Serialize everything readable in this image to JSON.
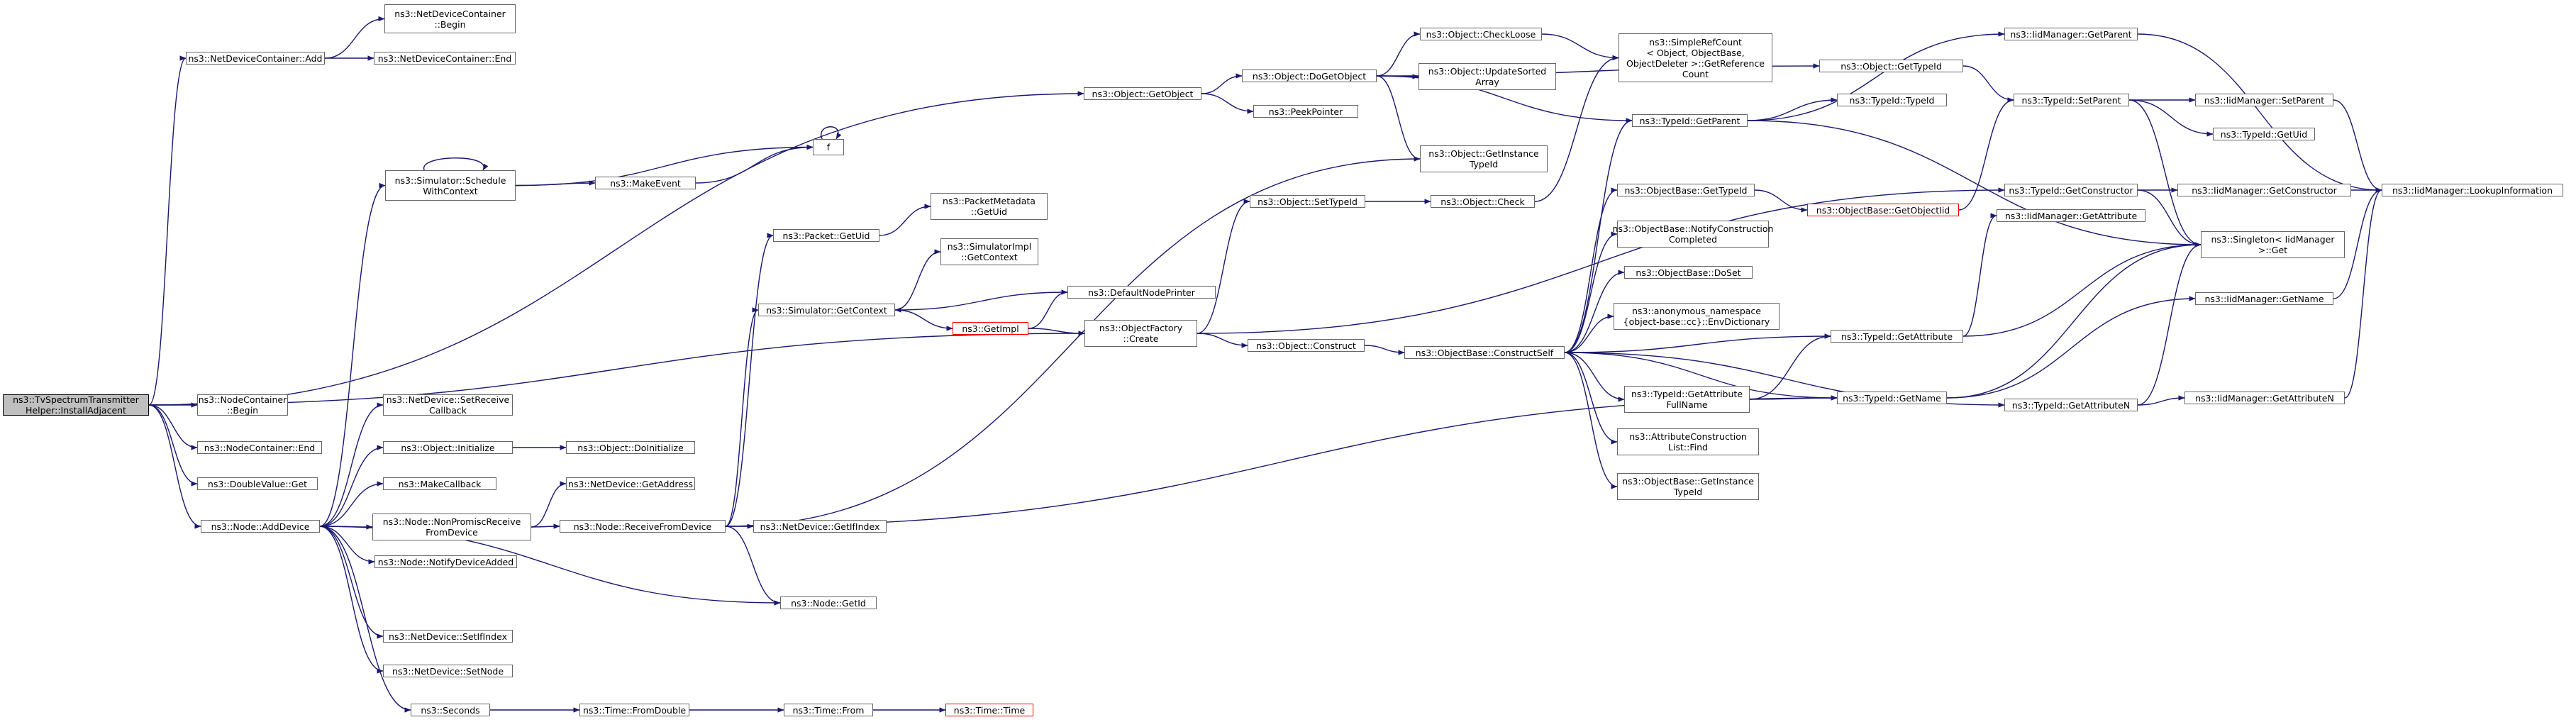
{
  "diagram": {
    "colors": {
      "edge": "#191970",
      "node_border": "#666666",
      "root_fill": "#bfbfbf",
      "incomplete_border": "#ff0000"
    },
    "nodes": [
      {
        "id": "root",
        "label": "ns3::TvSpectrumTransmitter\nHelper::InstallAdjacent",
        "style": "gray"
      },
      {
        "id": "ndcAdd",
        "label": "ns3::NetDeviceContainer::Add"
      },
      {
        "id": "ndcBegin",
        "label": "ns3::NetDeviceContainer\n::Begin"
      },
      {
        "id": "ndcEnd",
        "label": "ns3::NetDeviceContainer::End"
      },
      {
        "id": "ncBegin",
        "label": "ns3::NodeContainer\n::Begin"
      },
      {
        "id": "ncEnd",
        "label": "ns3::NodeContainer::End"
      },
      {
        "id": "dvGet",
        "label": "ns3::DoubleValue::Get"
      },
      {
        "id": "nodeAdd",
        "label": "ns3::Node::AddDevice"
      },
      {
        "id": "simSched",
        "label": "ns3::Simulator::Schedule\nWithContext"
      },
      {
        "id": "fnode",
        "label": "f"
      },
      {
        "id": "makeEvent",
        "label": "ns3::MakeEvent"
      },
      {
        "id": "ndSetRecv",
        "label": "ns3::NetDevice::SetReceive\nCallback"
      },
      {
        "id": "objInit",
        "label": "ns3::Object::Initialize"
      },
      {
        "id": "objDoInit",
        "label": "ns3::Object::DoInitialize"
      },
      {
        "id": "makeCb",
        "label": "ns3::MakeCallback"
      },
      {
        "id": "nodeNonProm",
        "label": "ns3::Node::NonPromiscReceive\nFromDevice"
      },
      {
        "id": "ndGetAddr",
        "label": "ns3::NetDevice::GetAddress"
      },
      {
        "id": "nodeRecv",
        "label": "ns3::Node::ReceiveFromDevice"
      },
      {
        "id": "ndGetIf",
        "label": "ns3::NetDevice::GetIfIndex"
      },
      {
        "id": "nodeNotify",
        "label": "ns3::Node::NotifyDeviceAdded"
      },
      {
        "id": "nodeGetId",
        "label": "ns3::Node::GetId"
      },
      {
        "id": "ndSetIf",
        "label": "ns3::NetDevice::SetIfIndex"
      },
      {
        "id": "ndSetNode",
        "label": "ns3::NetDevice::SetNode"
      },
      {
        "id": "seconds",
        "label": "ns3::Seconds"
      },
      {
        "id": "timeFromDouble",
        "label": "ns3::Time::FromDouble"
      },
      {
        "id": "timeFrom",
        "label": "ns3::Time::From"
      },
      {
        "id": "timeTime",
        "label": "ns3::Time::Time",
        "style": "red"
      },
      {
        "id": "objGetObj",
        "label": "ns3::Object::GetObject"
      },
      {
        "id": "objDoGet",
        "label": "ns3::Object::DoGetObject"
      },
      {
        "id": "peekPtr",
        "label": "ns3::PeekPointer"
      },
      {
        "id": "objCheckLoose",
        "label": "ns3::Object::CheckLoose"
      },
      {
        "id": "objUpdSorted",
        "label": "ns3::Object::UpdateSorted\nArray"
      },
      {
        "id": "simpleRef",
        "label": "ns3::SimpleRefCount\n< Object, ObjectBase,\nObjectDeleter >::GetReference\nCount"
      },
      {
        "id": "objGetInst",
        "label": "ns3::Object::GetInstance\nTypeId"
      },
      {
        "id": "pktGetUid",
        "label": "ns3::Packet::GetUid"
      },
      {
        "id": "pktMeta",
        "label": "ns3::PacketMetadata\n::GetUid"
      },
      {
        "id": "simImplCtx",
        "label": "ns3::SimulatorImpl\n::GetContext"
      },
      {
        "id": "simGetCtx",
        "label": "ns3::Simulator::GetContext"
      },
      {
        "id": "defPrinter",
        "label": "ns3::DefaultNodePrinter"
      },
      {
        "id": "getImpl",
        "label": "ns3::GetImpl",
        "style": "red"
      },
      {
        "id": "objFactCreate",
        "label": "ns3::ObjectFactory\n::Create"
      },
      {
        "id": "objSetTid",
        "label": "ns3::Object::SetTypeId"
      },
      {
        "id": "objCheck",
        "label": "ns3::Object::Check"
      },
      {
        "id": "objConstruct",
        "label": "ns3::Object::Construct"
      },
      {
        "id": "obConstructSelf",
        "label": "ns3::ObjectBase::ConstructSelf"
      },
      {
        "id": "obGetTid",
        "label": "ns3::ObjectBase::GetTypeId"
      },
      {
        "id": "obGetOTid",
        "label": "ns3::ObjectBase::GetObjectIid",
        "style": "red"
      },
      {
        "id": "obNotify",
        "label": "ns3::ObjectBase::NotifyConstruction\nCompleted"
      },
      {
        "id": "obDoSet",
        "label": "ns3::ObjectBase::DoSet"
      },
      {
        "id": "anonEnv",
        "label": "ns3::anonymous_namespace\n{object-base::cc}::EnvDictionary"
      },
      {
        "id": "tidGetAttrFull",
        "label": "ns3::TypeId::GetAttribute\nFullName"
      },
      {
        "id": "acListFind",
        "label": "ns3::AttributeConstruction\nList::Find"
      },
      {
        "id": "obGetInst",
        "label": "ns3::ObjectBase::GetInstance\nTypeId"
      },
      {
        "id": "tidGetParent",
        "label": "ns3::TypeId::GetParent"
      },
      {
        "id": "tidTypeId",
        "label": "ns3::TypeId::TypeId"
      },
      {
        "id": "objGetTid",
        "label": "ns3::Object::GetTypeId"
      },
      {
        "id": "iidGetParent",
        "label": "ns3::IidManager::GetParent"
      },
      {
        "id": "tidSetParent",
        "label": "ns3::TypeId::SetParent"
      },
      {
        "id": "iidSetParent",
        "label": "ns3::IidManager::SetParent"
      },
      {
        "id": "tidGetUid",
        "label": "ns3::TypeId::GetUid"
      },
      {
        "id": "tidGetCtor",
        "label": "ns3::TypeId::GetConstructor"
      },
      {
        "id": "iidGetCtor",
        "label": "ns3::IidManager::GetConstructor"
      },
      {
        "id": "iidLookup",
        "label": "ns3::IidManager::LookupInformation"
      },
      {
        "id": "singleton",
        "label": "ns3::Singleton< IidManager\n>::Get"
      },
      {
        "id": "iidGetAttr",
        "label": "ns3::IidManager::GetAttribute"
      },
      {
        "id": "tidGetAttr",
        "label": "ns3::TypeId::GetAttribute"
      },
      {
        "id": "iidGetName",
        "label": "ns3::IidManager::GetName"
      },
      {
        "id": "tidGetName",
        "label": "ns3::TypeId::GetName"
      },
      {
        "id": "tidGetAttrN",
        "label": "ns3::TypeId::GetAttributeN"
      },
      {
        "id": "iidGetAttrN",
        "label": "ns3::IidManager::GetAttributeN"
      }
    ],
    "edges": [
      [
        "root",
        "ndcAdd"
      ],
      [
        "root",
        "ncBegin"
      ],
      [
        "root",
        "ncEnd"
      ],
      [
        "root",
        "dvGet"
      ],
      [
        "root",
        "nodeAdd"
      ],
      [
        "root",
        "objGetObj"
      ],
      [
        "root",
        "objFactCreate"
      ],
      [
        "ndcAdd",
        "ndcBegin"
      ],
      [
        "ndcAdd",
        "ndcEnd"
      ],
      [
        "nodeAdd",
        "simSched"
      ],
      [
        "nodeAdd",
        "ndSetRecv"
      ],
      [
        "nodeAdd",
        "objInit"
      ],
      [
        "nodeAdd",
        "makeCb"
      ],
      [
        "nodeAdd",
        "nodeNonProm"
      ],
      [
        "nodeAdd",
        "nodeNotify"
      ],
      [
        "nodeAdd",
        "nodeGetId"
      ],
      [
        "nodeAdd",
        "ndSetIf"
      ],
      [
        "nodeAdd",
        "ndSetNode"
      ],
      [
        "nodeAdd",
        "seconds"
      ],
      [
        "simSched",
        "simSched"
      ],
      [
        "simSched",
        "fnode"
      ],
      [
        "simSched",
        "makeEvent"
      ],
      [
        "makeEvent",
        "fnode"
      ],
      [
        "fnode",
        "fnode"
      ],
      [
        "objInit",
        "objDoInit"
      ],
      [
        "nodeNonProm",
        "ndGetAddr"
      ],
      [
        "nodeNonProm",
        "nodeRecv"
      ],
      [
        "nodeRecv",
        "ndGetIf"
      ],
      [
        "nodeRecv",
        "nodeGetId"
      ],
      [
        "nodeRecv",
        "pktGetUid"
      ],
      [
        "nodeRecv",
        "simGetCtx"
      ],
      [
        "nodeRecv",
        "objGetInst"
      ],
      [
        "nodeRecv",
        "tidGetName"
      ],
      [
        "seconds",
        "timeFromDouble"
      ],
      [
        "timeFromDouble",
        "timeFrom"
      ],
      [
        "timeFrom",
        "timeTime"
      ],
      [
        "pktGetUid",
        "pktMeta"
      ],
      [
        "simGetCtx",
        "simImplCtx"
      ],
      [
        "simGetCtx",
        "getImpl"
      ],
      [
        "defPrinter",
        "simGetCtx"
      ],
      [
        "getImpl",
        "defPrinter"
      ],
      [
        "getImpl",
        "objFactCreate"
      ],
      [
        "objGetObj",
        "objDoGet"
      ],
      [
        "objGetObj",
        "peekPtr"
      ],
      [
        "objDoGet",
        "objCheckLoose"
      ],
      [
        "objDoGet",
        "objUpdSorted"
      ],
      [
        "objDoGet",
        "objGetInst"
      ],
      [
        "objDoGet",
        "objGetTid"
      ],
      [
        "objDoGet",
        "tidGetParent"
      ],
      [
        "objCheckLoose",
        "simpleRef"
      ],
      [
        "objFactCreate",
        "objSetTid"
      ],
      [
        "objFactCreate",
        "objConstruct"
      ],
      [
        "objFactCreate",
        "tidGetCtor"
      ],
      [
        "objSetTid",
        "objCheck"
      ],
      [
        "objCheck",
        "simpleRef"
      ],
      [
        "objConstruct",
        "obConstructSelf"
      ],
      [
        "obConstructSelf",
        "obGetTid"
      ],
      [
        "obConstructSelf",
        "obNotify"
      ],
      [
        "obConstructSelf",
        "obDoSet"
      ],
      [
        "obConstructSelf",
        "anonEnv"
      ],
      [
        "obConstructSelf",
        "tidGetAttrFull"
      ],
      [
        "obConstructSelf",
        "acListFind"
      ],
      [
        "obConstructSelf",
        "obGetInst"
      ],
      [
        "obConstructSelf",
        "tidGetAttr"
      ],
      [
        "obConstructSelf",
        "tidGetName"
      ],
      [
        "obConstructSelf",
        "tidGetParent"
      ],
      [
        "obConstructSelf",
        "tidGetAttrN"
      ],
      [
        "obGetTid",
        "obGetOTid"
      ],
      [
        "obGetOTid",
        "tidSetParent"
      ],
      [
        "tidGetAttrFull",
        "tidGetName"
      ],
      [
        "tidGetAttrFull",
        "tidGetAttr"
      ],
      [
        "tidGetParent",
        "iidGetParent"
      ],
      [
        "tidGetParent",
        "tidTypeId"
      ],
      [
        "tidGetParent",
        "singleton"
      ],
      [
        "objGetTid",
        "tidSetParent"
      ],
      [
        "tidSetParent",
        "iidSetParent"
      ],
      [
        "tidSetParent",
        "tidGetUid"
      ],
      [
        "tidSetParent",
        "singleton"
      ],
      [
        "tidGetCtor",
        "iidGetCtor"
      ],
      [
        "tidGetCtor",
        "singleton"
      ],
      [
        "tidGetAttr",
        "iidGetAttr"
      ],
      [
        "tidGetAttr",
        "singleton"
      ],
      [
        "tidGetName",
        "iidGetName"
      ],
      [
        "tidGetName",
        "singleton"
      ],
      [
        "tidGetAttrN",
        "iidGetAttrN"
      ],
      [
        "tidGetAttrN",
        "singleton"
      ],
      [
        "iidGetParent",
        "iidLookup"
      ],
      [
        "iidSetParent",
        "iidLookup"
      ],
      [
        "iidGetCtor",
        "iidLookup"
      ],
      [
        "iidGetName",
        "iidLookup"
      ],
      [
        "iidGetAttrN",
        "iidLookup"
      ]
    ]
  }
}
